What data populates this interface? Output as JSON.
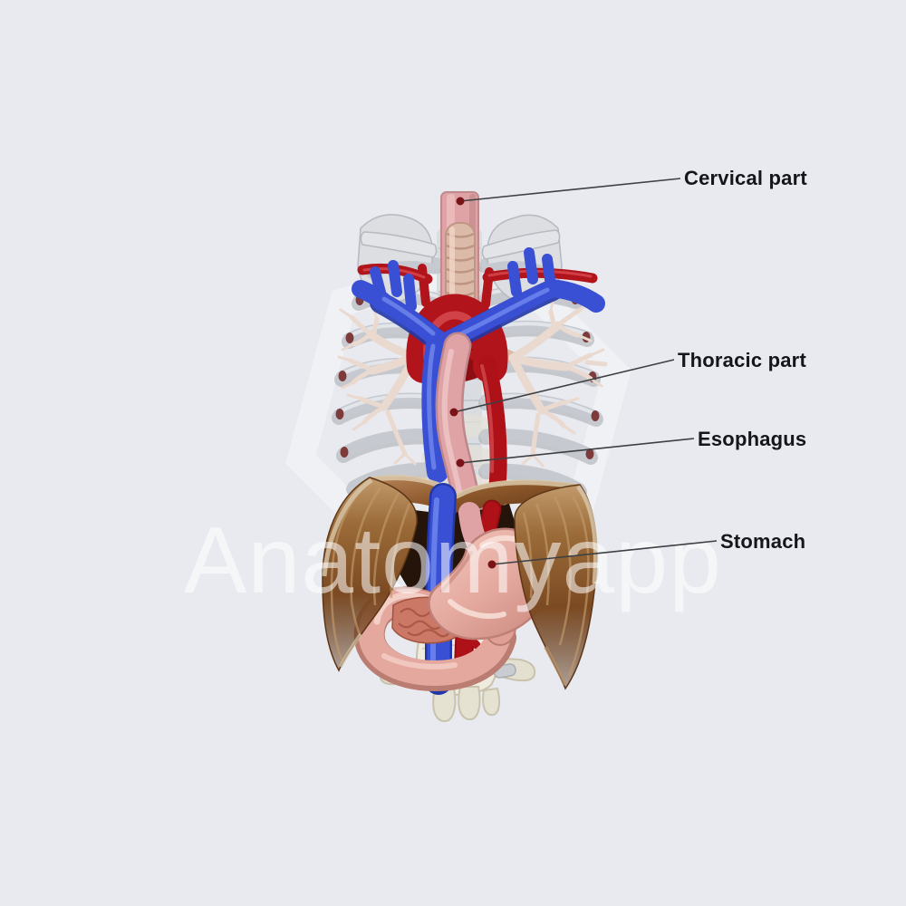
{
  "watermark": {
    "brand_text": "Anatomyapp"
  },
  "labels": [
    {
      "id": "cervical-part",
      "text": "Cervical part"
    },
    {
      "id": "thoracic-part",
      "text": "Thoracic part"
    },
    {
      "id": "esophagus",
      "text": "Esophagus"
    },
    {
      "id": "stomach",
      "text": "Stomach"
    }
  ],
  "figure_colors": {
    "background": "#e9eaef",
    "artery_red": "#b2141b",
    "vein_blue": "#3a50d4",
    "esophagus_pink": "#dfa3a6",
    "trachea_beige": "#dcbaa9",
    "bronchi_cream": "#ead9cf",
    "bone_gray": "#c6cad0",
    "diaphragm_brown": "#8a5a2e",
    "stomach_pink": "#e9b6ae",
    "vertebra_cream": "#efecdf",
    "label_text": "#14161a",
    "leader_line": "#3c4043",
    "leader_dot": "#7a1316"
  }
}
